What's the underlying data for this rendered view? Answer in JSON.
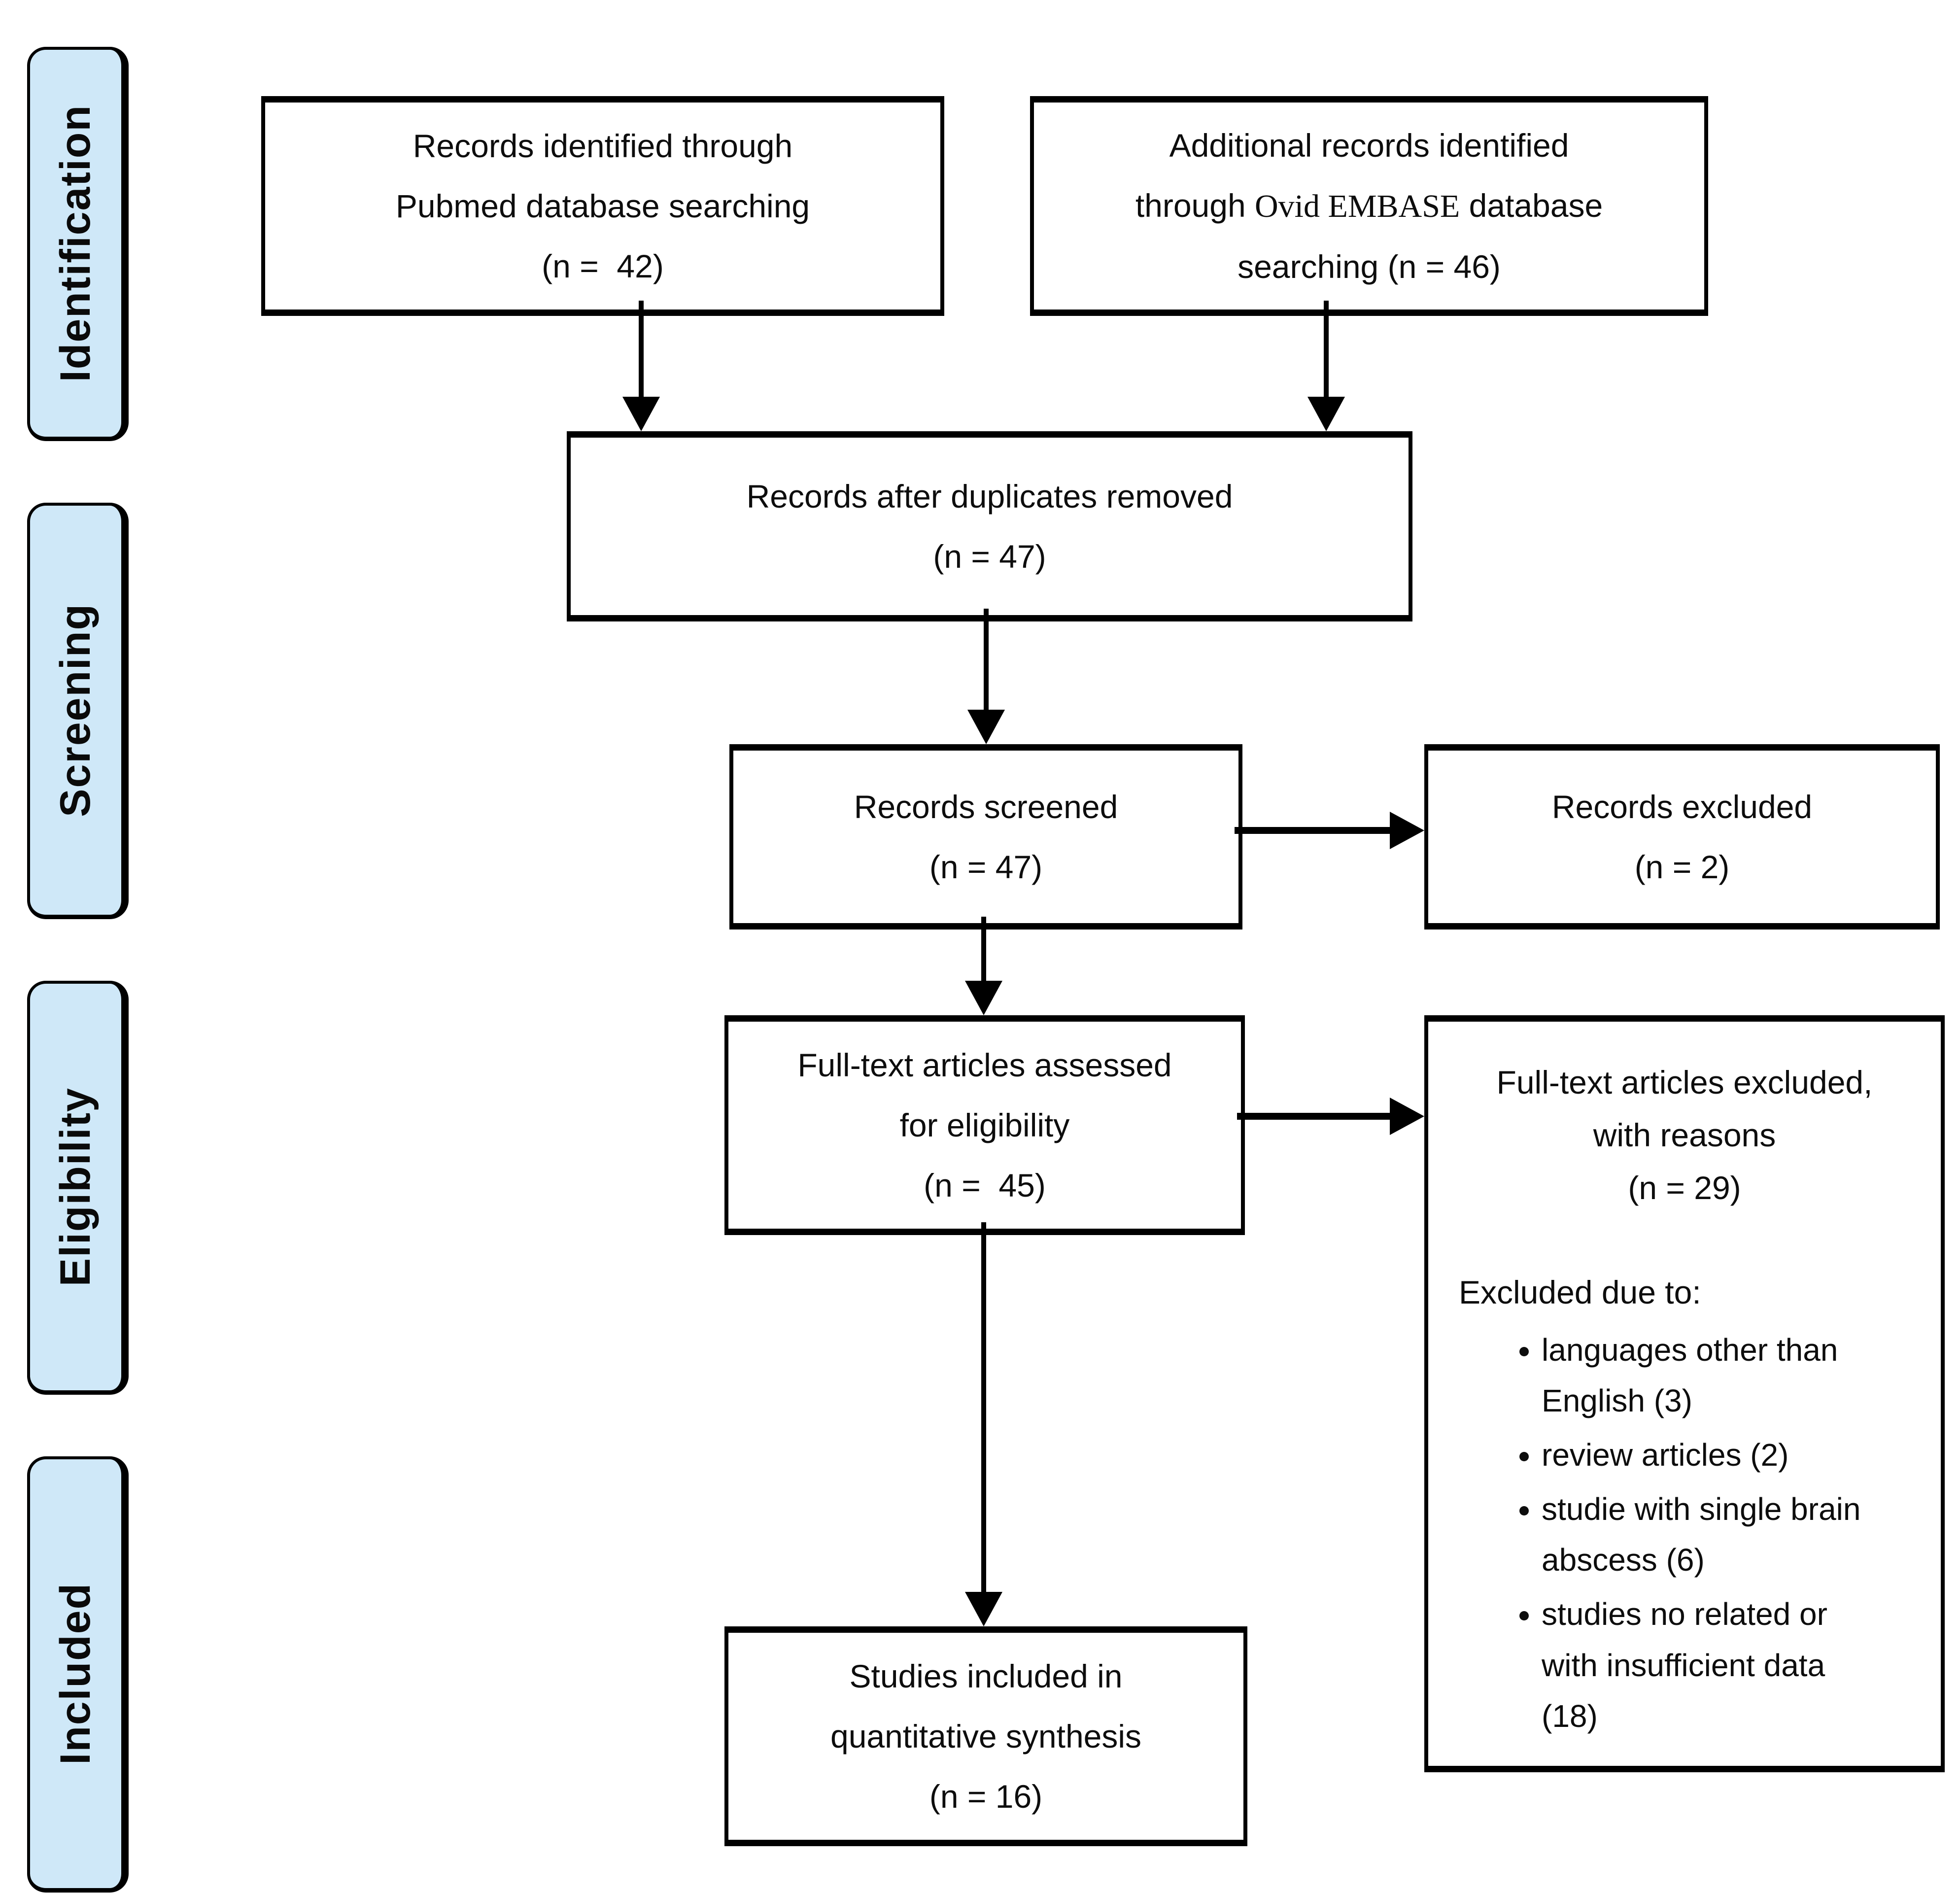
{
  "stages": [
    {
      "label": "Identification"
    },
    {
      "label": "Screening"
    },
    {
      "label": "Eligibility"
    },
    {
      "label": "Included"
    }
  ],
  "boxes": {
    "pubmed": {
      "line1": "Records identified through",
      "line2": "Pubmed database searching",
      "line3": "(n =  42)"
    },
    "embase": {
      "line1": "Additional records identified",
      "line2_pre": "through ",
      "line2_serif": "Ovid EMBASE",
      "line2_post": " database",
      "line3": "searching (n = 46)"
    },
    "duplicates": {
      "line1": "Records after duplicates removed",
      "line2": "(n = 47)"
    },
    "screened": {
      "line1": "Records screened",
      "line2": "(n = 47)"
    },
    "records_excluded": {
      "line1": "Records excluded",
      "line2": "(n = 2)"
    },
    "fulltext_assessed": {
      "line1": "Full-text articles assessed",
      "line2": "for eligibility",
      "line3": "(n =  45)"
    },
    "fulltext_excluded": {
      "heading1": "Full-text articles excluded,",
      "heading2": "with reasons",
      "heading3": "(n = 29)",
      "reasons_label": "Excluded due to:",
      "bullets": [
        "languages other than English (3)",
        "review articles (2)",
        "studie with single brain abscess (6)",
        "studies no related or with insufficient data (18)"
      ]
    },
    "included_studies": {
      "line1": "Studies included in",
      "line2": "quantitative synthesis",
      "line3": "(n = 16)"
    }
  },
  "colors": {
    "sidebar_fill": "#cfe8f8",
    "border": "#000000",
    "text": "#111111"
  }
}
